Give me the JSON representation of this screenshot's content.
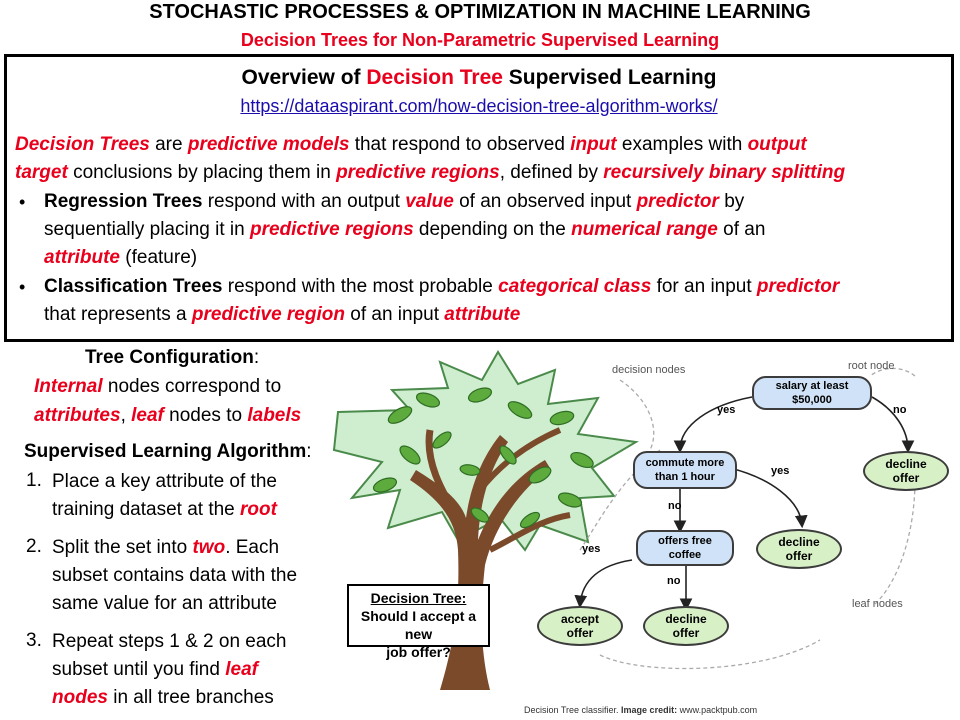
{
  "header": {
    "title": "STOCHASTIC PROCESSES & OPTIMIZATION IN MACHINE LEARNING",
    "subtitle": "Decision Trees for Non-Parametric Supervised Learning"
  },
  "overview": {
    "heading_pre": "Overview of ",
    "heading_red": "Decision Tree",
    "heading_post": " Supervised Learning",
    "link": "https://dataaspirant.com/how-decision-tree-algorithm-works/",
    "intro": {
      "l1_a": "Decision Trees",
      "l1_b": " are ",
      "l1_c": "predictive models",
      "l1_d": " that respond to observed ",
      "l1_e": "input",
      "l1_f": " examples with ",
      "l1_g": "output",
      "l2_a": "target",
      "l2_b": " conclusions by placing them in ",
      "l2_c": "predictive regions",
      "l2_d": ", defined by ",
      "l2_e": "recursively binary splitting"
    },
    "bullet_regression": {
      "l1_a": "Regression Trees",
      "l1_b": " respond with an output ",
      "l1_c": "value",
      "l1_d": " of an observed input ",
      "l1_e": "predictor",
      "l1_f": " by",
      "l2_a": "sequentially placing it in ",
      "l2_b": "predictive regions",
      "l2_c": " depending on the ",
      "l2_d": "numerical range",
      "l2_e": " of an",
      "l3_a": "attribute",
      "l3_b": " (feature)"
    },
    "bullet_classification": {
      "l1_a": "Classification Trees",
      "l1_b": " respond with the most probable ",
      "l1_c": "categorical class",
      "l1_d": " for an input ",
      "l1_e": "predictor",
      "l2_a": "that represents a ",
      "l2_b": "predictive region",
      "l2_c": " of an input ",
      "l2_d": "attribute"
    },
    "bullet_symbol": "•"
  },
  "tree_config": {
    "heading": "Tree Configuration",
    "colon": ":",
    "l1_a": "Internal",
    "l1_b": " nodes correspond to",
    "l2_a": "attributes",
    "l2_b": ", ",
    "l2_c": "leaf",
    "l2_d": " nodes to ",
    "l2_e": "labels"
  },
  "algorithm": {
    "heading": "Supervised Learning Algorithm",
    "colon": ":",
    "steps": [
      {
        "num": "1.",
        "l1": "Place a key attribute of the",
        "l2_a": "training dataset at the ",
        "l2_b": "root"
      },
      {
        "num": "2.",
        "l1_a": "Split the set into ",
        "l1_b": "two",
        "l1_c": ". Each",
        "l2": "subset contains data with the",
        "l3": "same value for an attribute"
      },
      {
        "num": "3.",
        "l1": "Repeat steps 1 & 2 on each",
        "l2_a": "subset until you find ",
        "l2_b": "leaf",
        "l3_a": "nodes",
        "l3_b": " in all tree branches"
      }
    ]
  },
  "diagram": {
    "group_labels": {
      "decision_nodes": "decision nodes",
      "root_node": "root node",
      "leaf_nodes": "leaf nodes"
    },
    "nodes": {
      "root_l1": "salary at least",
      "root_l2": "$50,000",
      "commute_l1": "commute more",
      "commute_l2": "than 1 hour",
      "coffee_l1": "offers free",
      "coffee_l2": "coffee"
    },
    "leaves": {
      "decline1_l1": "decline",
      "decline1_l2": "offer",
      "decline2_l1": "decline",
      "decline2_l2": "offer",
      "accept_l1": "accept",
      "accept_l2": "offer",
      "decline3_l1": "decline",
      "decline3_l2": "offer"
    },
    "edges": {
      "yes1": "yes",
      "no1": "no",
      "yes2": "yes",
      "no2": "no",
      "yes3": "yes",
      "no3": "no"
    },
    "question_box": {
      "l1": "Decision Tree:",
      "l2": "Should I accept a new",
      "l3": "job offer?"
    },
    "credit_a": "Decision Tree classifier. ",
    "credit_b": "Image credit:",
    "credit_c": " www.packtpub.com"
  },
  "colors": {
    "accent_red": "#e8001c",
    "link_blue": "#1a0dab",
    "node_blue": "#cfe2f7",
    "leaf_green": "#d8f0c6",
    "tree_green": "#cfeecf"
  }
}
